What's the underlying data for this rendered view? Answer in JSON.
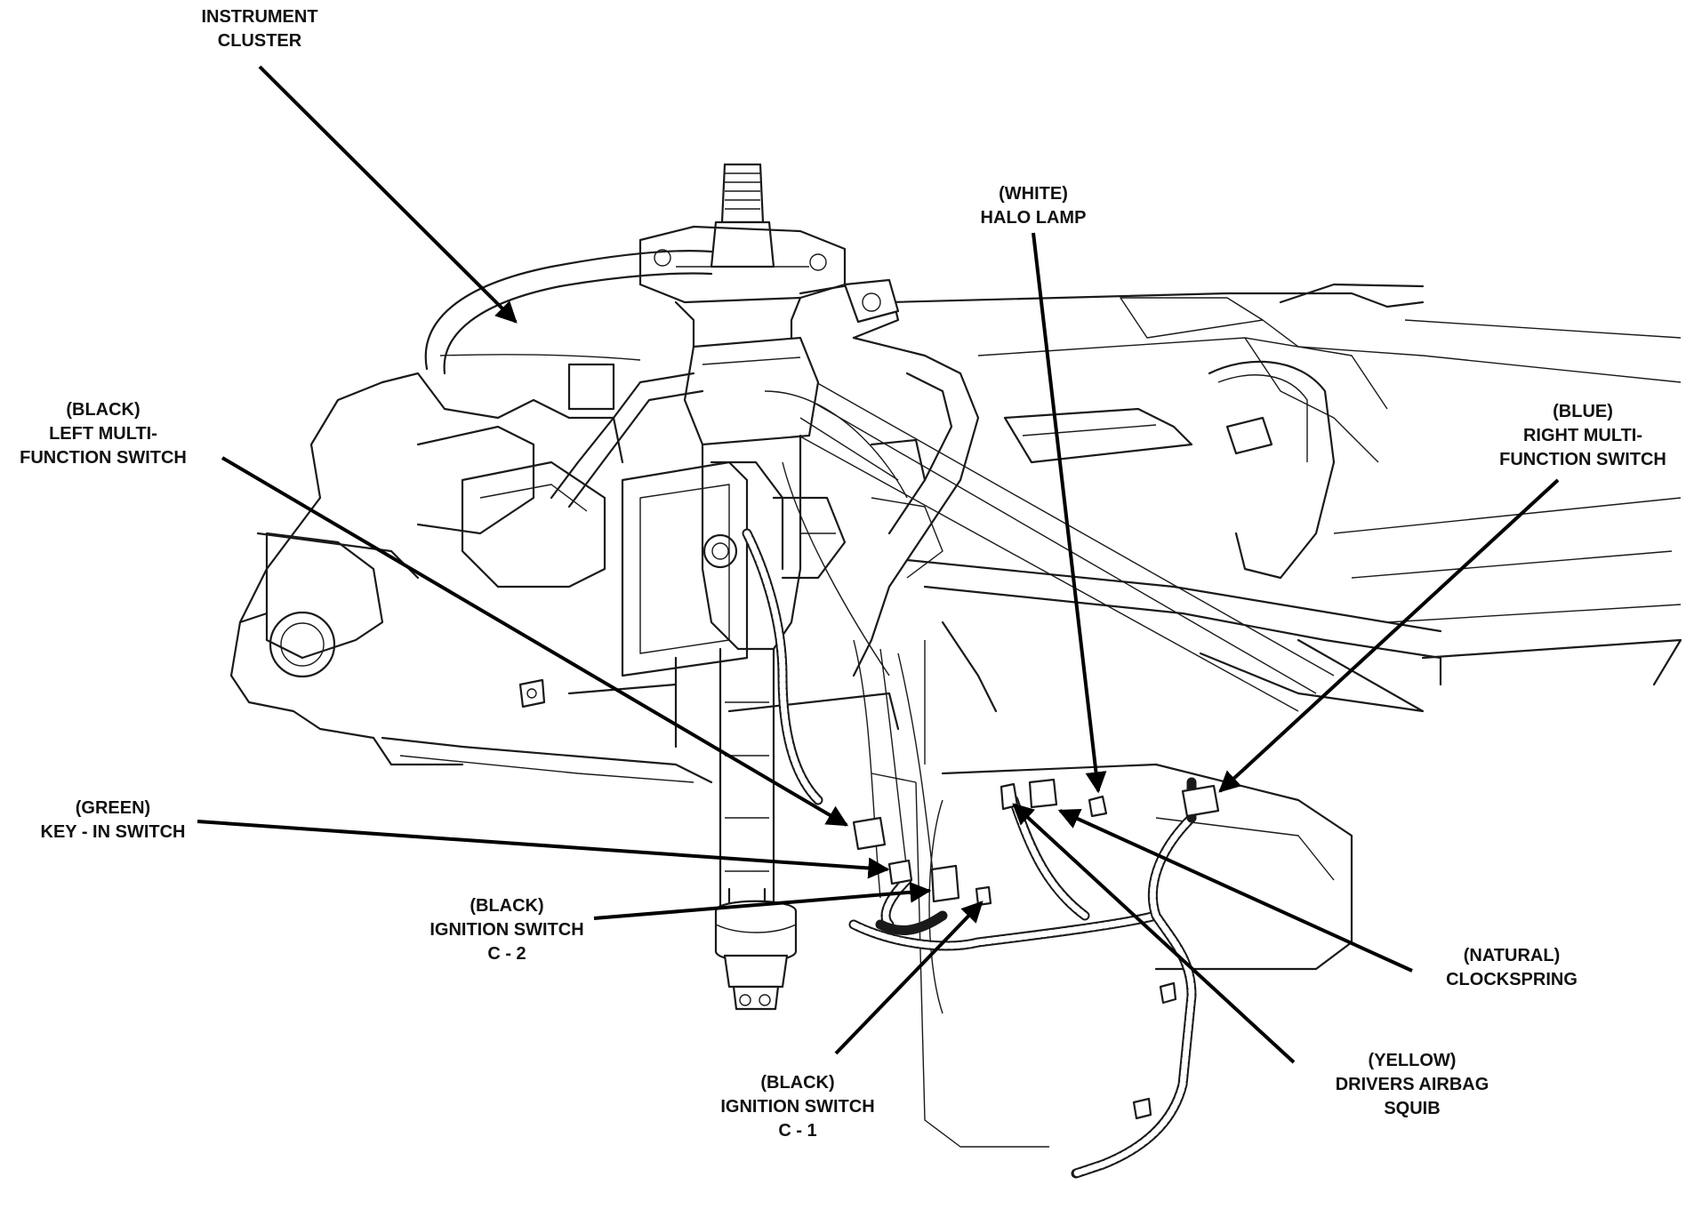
{
  "diagram": {
    "labels": {
      "instrument_cluster": [
        "INSTRUMENT",
        "CLUSTER"
      ],
      "halo_lamp": [
        "(WHITE)",
        "HALO LAMP"
      ],
      "left_mfs": [
        "(BLACK)",
        "LEFT MULTI-",
        "FUNCTION SWITCH"
      ],
      "right_mfs": [
        "(BLUE)",
        "RIGHT MULTI-",
        "FUNCTION SWITCH"
      ],
      "key_in": [
        "(GREEN)",
        "KEY - IN SWITCH"
      ],
      "ign_c2": [
        "(BLACK)",
        "IGNITION SWITCH",
        "C - 2"
      ],
      "clockspring": [
        "(NATURAL)",
        "CLOCKSPRING"
      ],
      "airbag_squib": [
        "(YELLOW)",
        "DRIVERS AIRBAG",
        "SQUIB"
      ],
      "ign_c1": [
        "(BLACK)",
        "IGNITION SWITCH",
        "C - 1"
      ]
    }
  }
}
